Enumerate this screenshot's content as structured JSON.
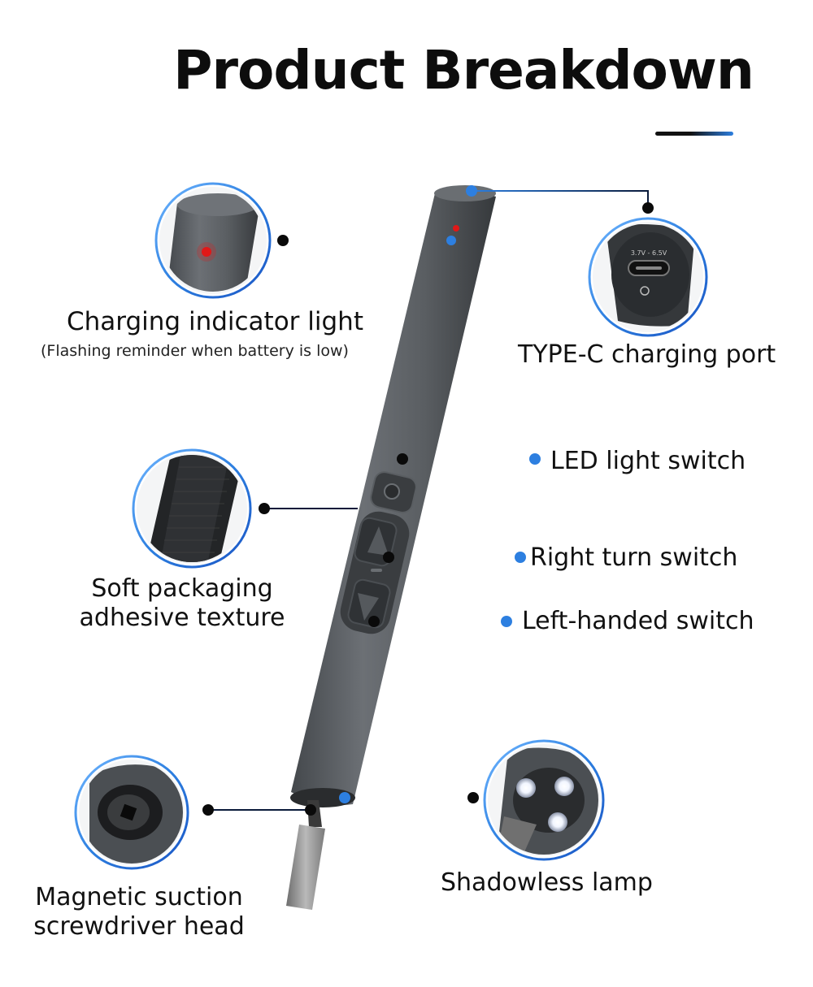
{
  "page": {
    "title": "Product Breakdown"
  },
  "callouts": {
    "charging_indicator": {
      "label": "Charging indicator light",
      "sublabel": "(Flashing reminder when battery is low)"
    },
    "type_c_port": {
      "label": "TYPE-C charging port",
      "port_text": "3.7V - 6.5V"
    },
    "led_switch": {
      "label": "LED light switch"
    },
    "texture": {
      "line1": "Soft packaging",
      "line2": "adhesive texture"
    },
    "right_turn": {
      "label": "Right turn switch"
    },
    "left_handed": {
      "label": "Left-handed switch"
    },
    "magnetic_head": {
      "line1": "Magnetic suction",
      "line2": "screwdriver head"
    },
    "shadowless_lamp": {
      "label": "Shadowless lamp"
    }
  },
  "colors": {
    "accent_blue": "#2d7fe0",
    "ring_blue": "#3a8ff0",
    "body_gray": "#5b5f63",
    "body_dark": "#3e4246",
    "indicator_red": "#e01818",
    "connector_dark": "#0a1a3a"
  },
  "icons": [
    "charging-port-icon",
    "led-icon",
    "arrow-up-icon",
    "arrow-down-icon"
  ]
}
